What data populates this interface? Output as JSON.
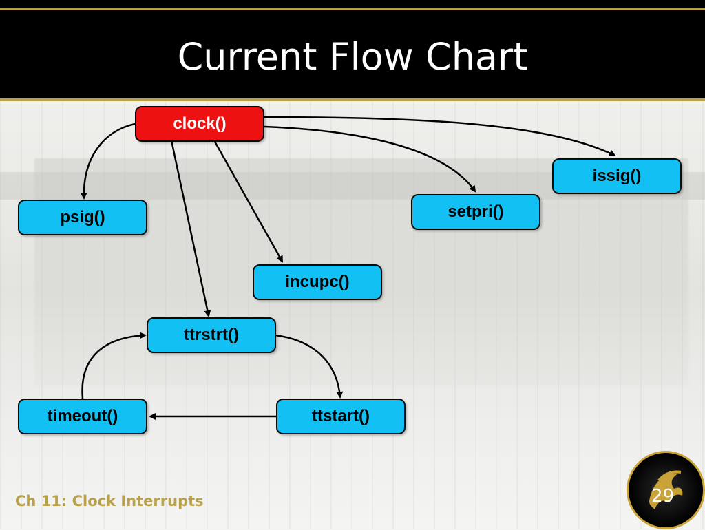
{
  "slide": {
    "title": "Current Flow Chart",
    "footer": "Ch 11: Clock Interrupts",
    "page_number": "29"
  },
  "nodes": {
    "clock": "clock()",
    "psig": "psig()",
    "issig": "issig()",
    "setpri": "setpri()",
    "incupc": "incupc()",
    "ttrstrt": "ttrstrt()",
    "timeout": "timeout()",
    "ttstart": "ttstart()"
  },
  "edges": [
    {
      "from": "clock()",
      "to": "psig()"
    },
    {
      "from": "clock()",
      "to": "issig()"
    },
    {
      "from": "clock()",
      "to": "setpri()"
    },
    {
      "from": "clock()",
      "to": "incupc()"
    },
    {
      "from": "clock()",
      "to": "ttrstrt()"
    },
    {
      "from": "ttrstrt()",
      "to": "ttstart()"
    },
    {
      "from": "ttstart()",
      "to": "timeout()"
    },
    {
      "from": "timeout()",
      "to": "ttrstrt()"
    }
  ],
  "colors": {
    "header_bg": "#000000",
    "accent_gold": "#b8a14a",
    "node_blue": "#12c0f4",
    "node_red": "#ee1111"
  },
  "icons": {
    "logo": "pegasus-logo-icon"
  }
}
